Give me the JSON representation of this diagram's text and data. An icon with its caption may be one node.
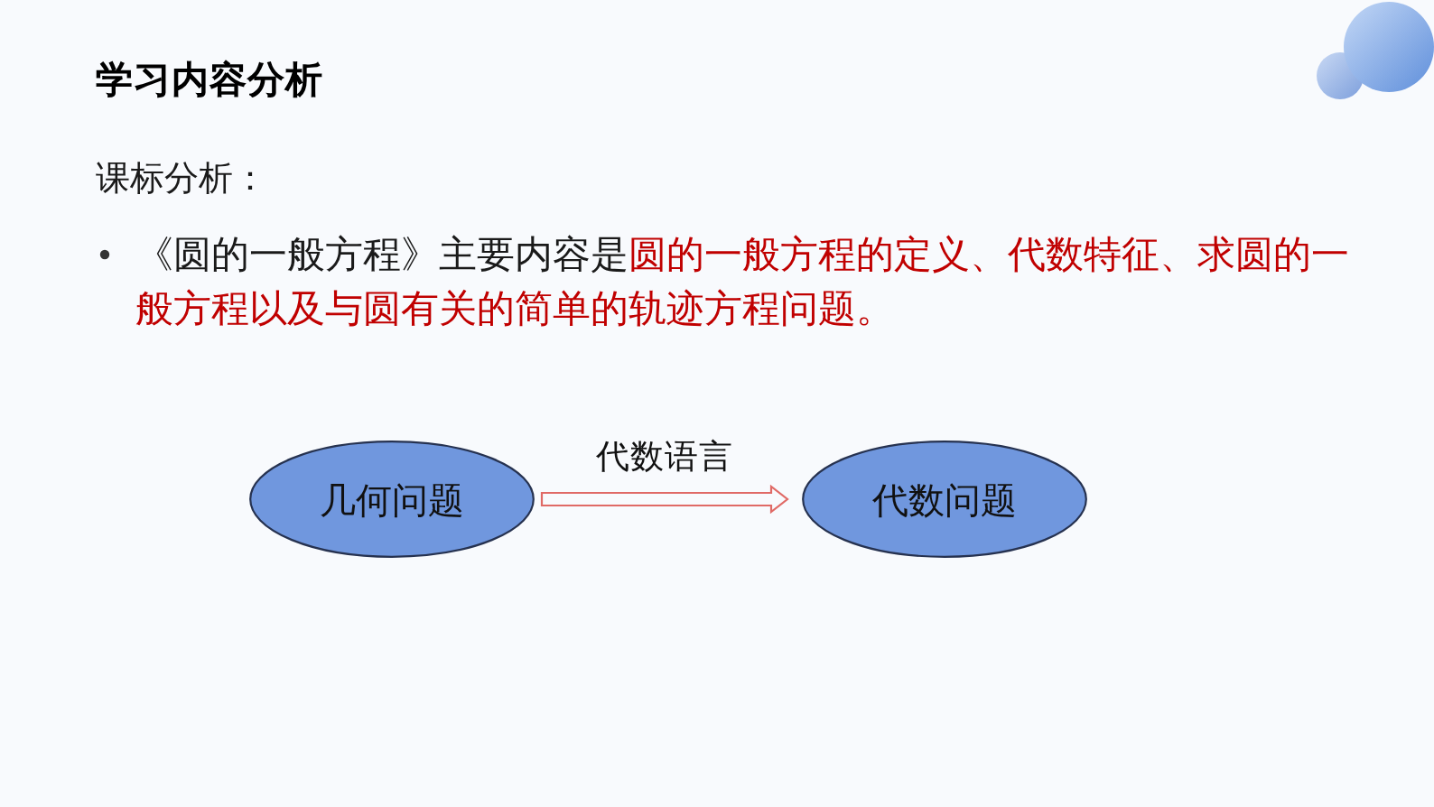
{
  "diagram": {
    "title": "学习内容分析",
    "nodes": [
      {
        "text": [
          "几何问题"
        ]
      },
      {
        "text": [
          "代数问题"
        ]
      }
    ],
    "edges": [
      {
        "from": 0,
        "to": 1,
        "arrow": "to",
        "label": "代数语言"
      }
    ],
    "labels": [
      "课标分析：",
      "《圆的一般方程》主要内容是",
      "圆的一般方程的定义、代数特征、求圆的一般方程以及与圆有关的简单的轨迹方程问题。"
    ]
  }
}
